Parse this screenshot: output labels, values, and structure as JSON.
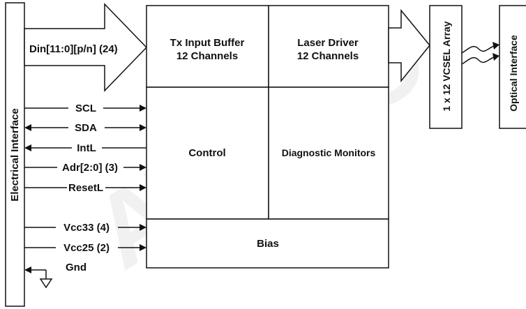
{
  "watermark": "AVAGO",
  "blocks": {
    "electrical_interface": "Electrical Interface",
    "tx_input_buffer": {
      "line1": "Tx Input Buffer",
      "line2": "12 Channels"
    },
    "laser_driver": {
      "line1": "Laser Driver",
      "line2": "12 Channels"
    },
    "control": "Control",
    "diagnostic_monitors": "Diagnostic Monitors",
    "bias": "Bias",
    "vcsel_array": "1 x 12 VCSEL Array",
    "optical_interface": "Optical Interface"
  },
  "signals": {
    "din": "Din[11:0][p/n] (24)",
    "scl": "SCL",
    "sda": "SDA",
    "intl": "IntL",
    "adr": "Adr[2:0] (3)",
    "resetl": "ResetL",
    "vcc33": "Vcc33 (4)",
    "vcc25": "Vcc25 (2)",
    "gnd": "Gnd"
  }
}
